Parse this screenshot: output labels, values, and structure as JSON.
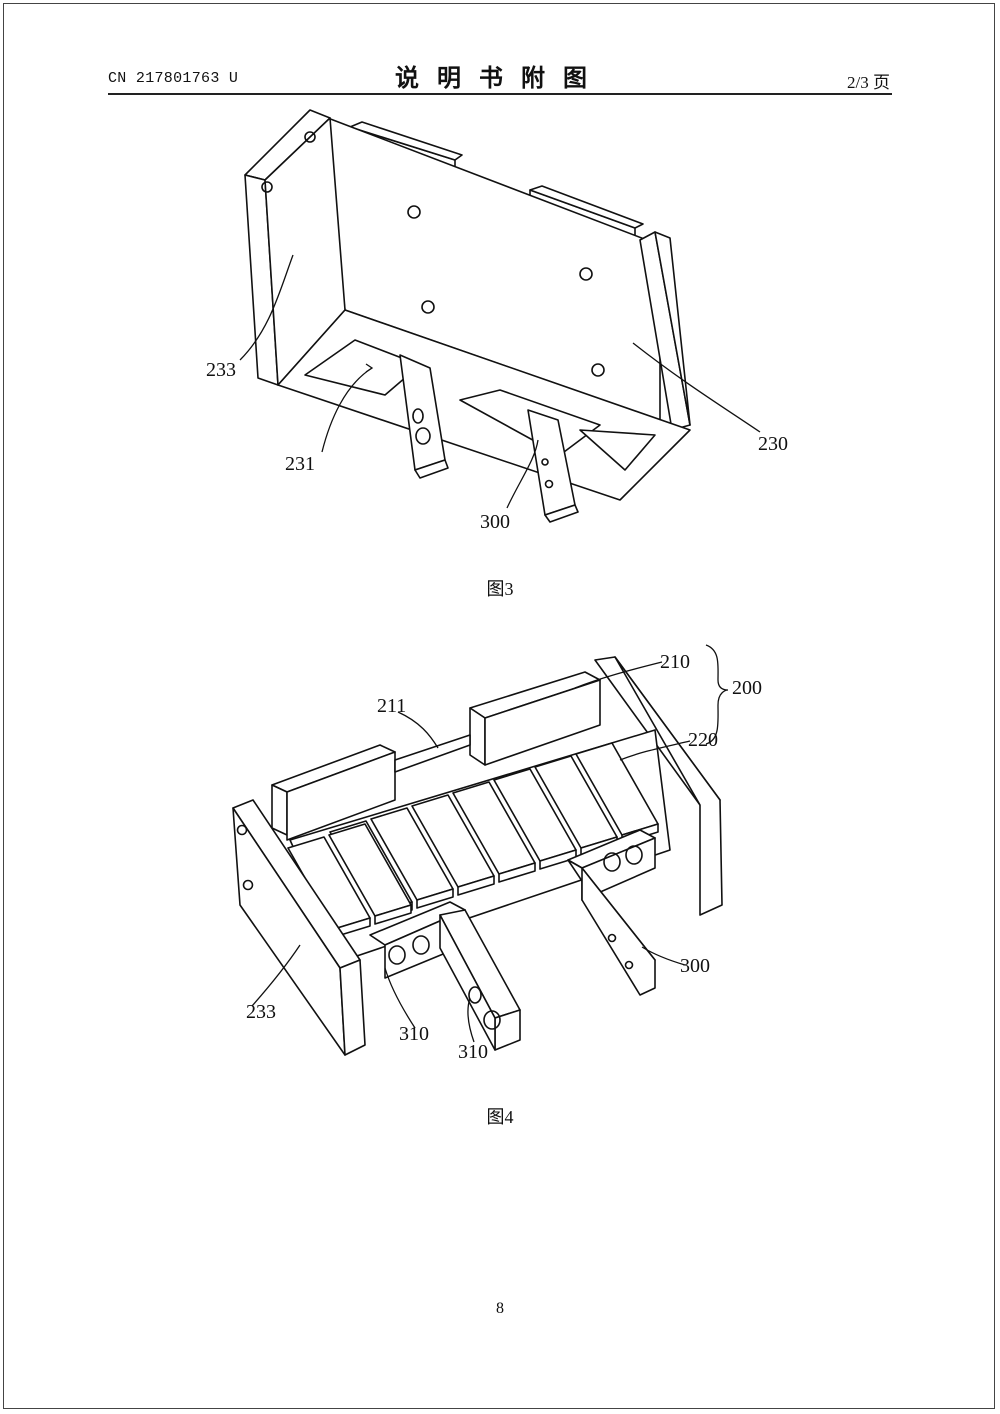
{
  "header": {
    "doc_number": "CN 217801763 U",
    "title": "说明书附图",
    "page_of": "2/3 页"
  },
  "figures": [
    {
      "caption": "图3",
      "labels": [
        "233",
        "231",
        "300",
        "230"
      ]
    },
    {
      "caption": "图4",
      "labels": [
        "211",
        "210",
        "200",
        "220",
        "233",
        "310",
        "310",
        "300"
      ]
    }
  ],
  "footer": {
    "page_number": "8"
  }
}
